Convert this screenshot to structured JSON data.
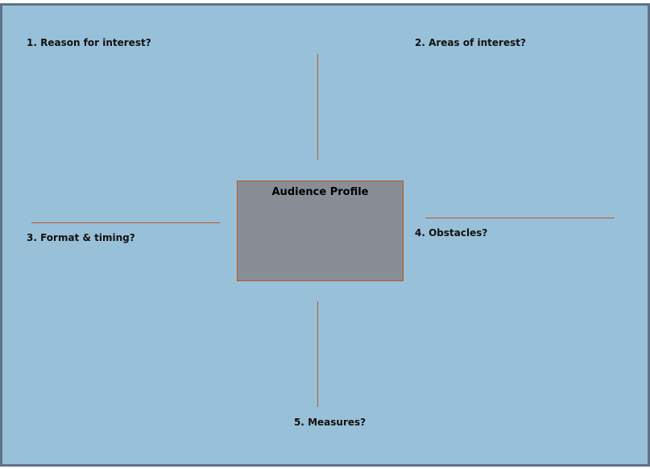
{
  "diagram": {
    "center_title": "Audience Profile",
    "labels": [
      "1. Reason for interest?",
      "2. Areas of interest?",
      "3. Format & timing?",
      "4. Obstacles?",
      "5. Measures?"
    ]
  },
  "colors": {
    "background": "#99c0d9",
    "border": "#5d7388",
    "center_box": "#898d95",
    "lines": "#b35a1f"
  }
}
